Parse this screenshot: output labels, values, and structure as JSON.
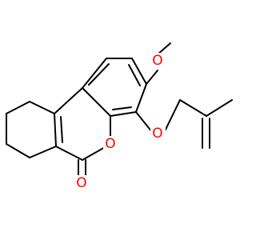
{
  "molecule": {
    "bond_color": "#000000",
    "oxygen_color": "#ff0000",
    "atoms": {
      "o_methoxy": "O",
      "o_ether": "O",
      "o_ring": "O",
      "o_carbonyl": "O"
    }
  }
}
